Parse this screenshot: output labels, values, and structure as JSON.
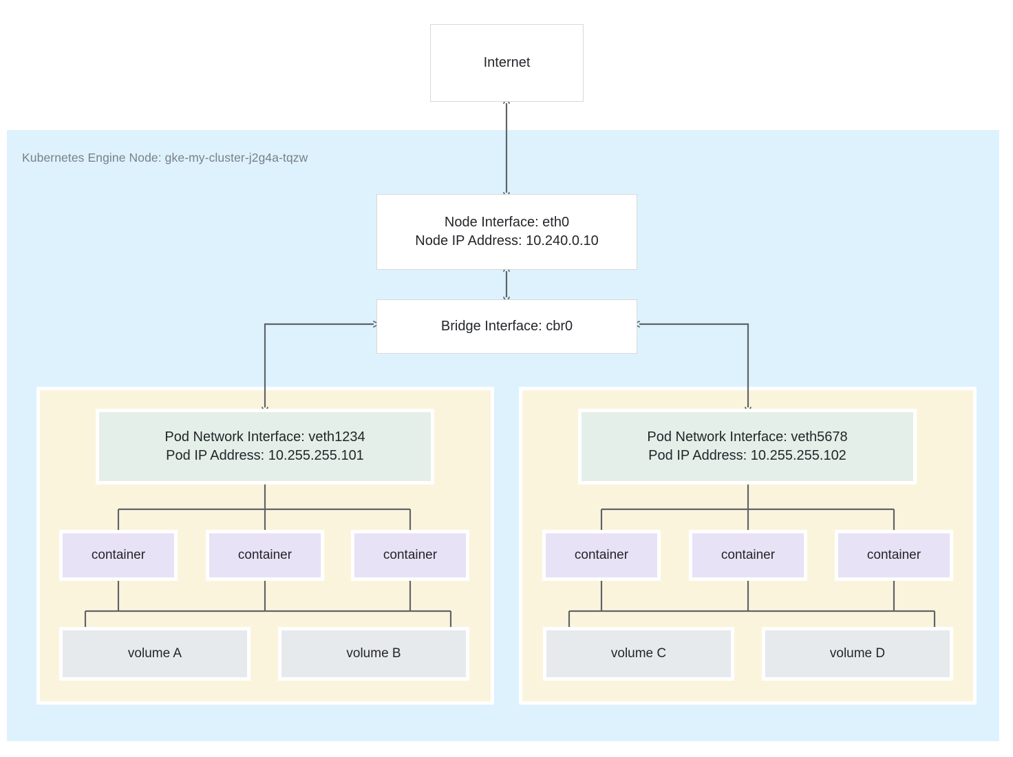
{
  "diagram": {
    "title_text": "Kubernetes Engine Node: gke-my-cluster-j2g4a-tqzw",
    "colors": {
      "node_background": "#ddf2fd",
      "pod_background": "#fbf4dd",
      "pod_interface_background": "#e3efe8",
      "container_background": "#e7e2f5",
      "volume_background": "#e6eaed",
      "box_border": "#d8d8d8",
      "connector": "#5f6368",
      "label_text": "#7b7f86",
      "body_text": "#23252a"
    }
  },
  "internet": {
    "label": "Internet"
  },
  "node": {
    "label": "Kubernetes Engine Node: gke-my-cluster-j2g4a-tqzw",
    "interface": {
      "line1": "Node Interface: eth0",
      "line2": "Node IP Address: 10.240.0.10",
      "text": "Node Interface: eth0\nNode IP Address: 10.240.0.10"
    },
    "bridge": {
      "label": "Bridge Interface: cbr0"
    }
  },
  "pods": [
    {
      "id": "pod-left",
      "interface": {
        "line1": "Pod Network Interface: veth1234",
        "line2": "Pod IP Address: 10.255.255.101",
        "text": "Pod Network Interface: veth1234\nPod IP Address: 10.255.255.101"
      },
      "containers": [
        {
          "label": "container"
        },
        {
          "label": "container"
        },
        {
          "label": "container"
        }
      ],
      "volumes": [
        {
          "label": "volume A"
        },
        {
          "label": "volume B"
        }
      ]
    },
    {
      "id": "pod-right",
      "interface": {
        "line1": "Pod Network Interface: veth5678",
        "line2": "Pod IP Address: 10.255.255.102",
        "text": "Pod Network Interface: veth5678\nPod IP Address: 10.255.255.102"
      },
      "containers": [
        {
          "label": "container"
        },
        {
          "label": "container"
        },
        {
          "label": "container"
        }
      ],
      "volumes": [
        {
          "label": "volume C"
        },
        {
          "label": "volume D"
        }
      ]
    }
  ],
  "connections": [
    {
      "from": "internet",
      "to": "node-interface",
      "style": "double-arrow"
    },
    {
      "from": "node-interface",
      "to": "bridge",
      "style": "double-arrow"
    },
    {
      "from": "bridge",
      "to": "pod-left-interface",
      "style": "arrow"
    },
    {
      "from": "bridge",
      "to": "pod-right-interface",
      "style": "arrow"
    }
  ]
}
